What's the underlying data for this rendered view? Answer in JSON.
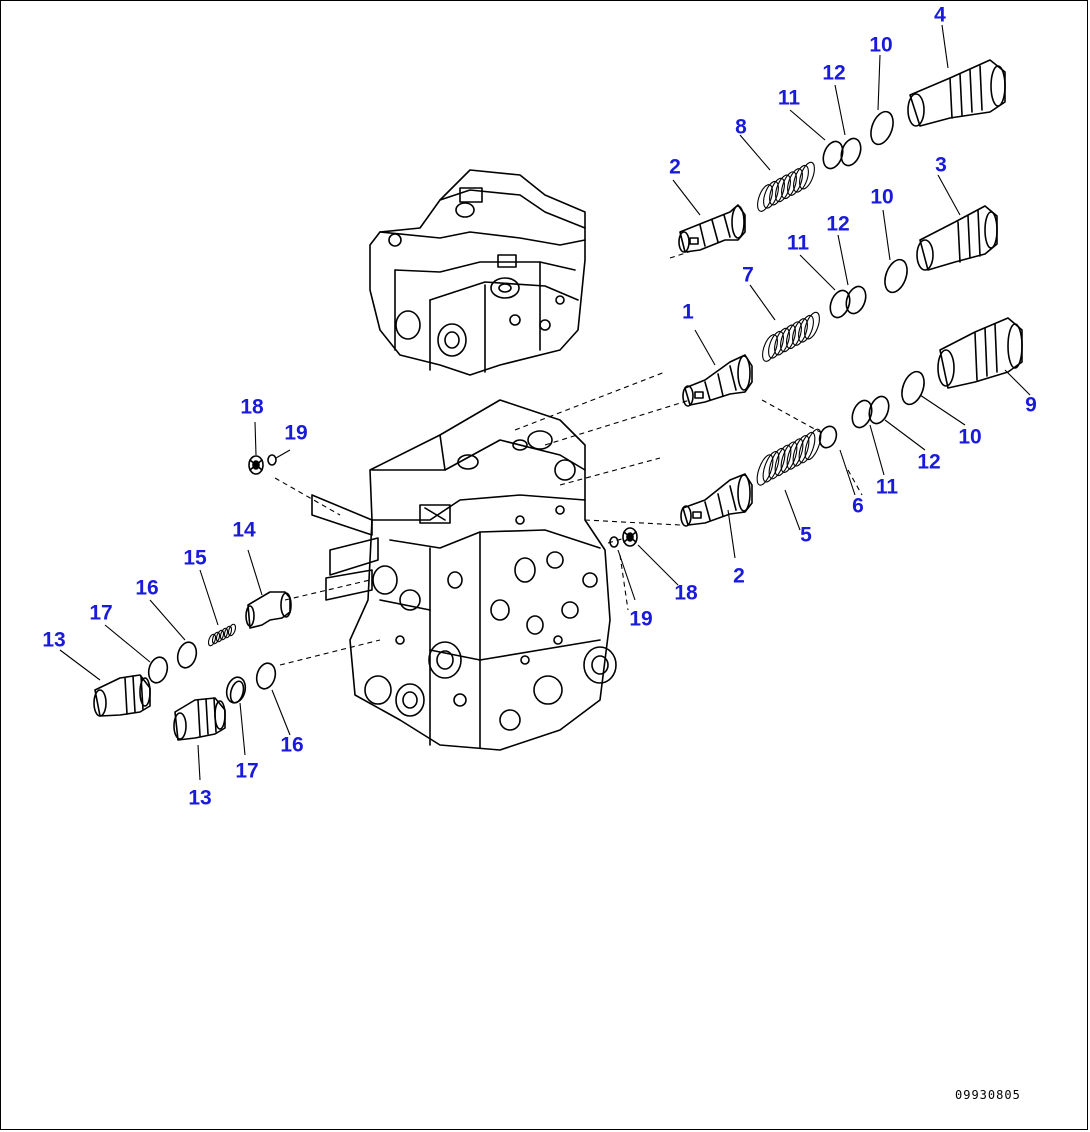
{
  "theme": {
    "callout_color": "#1a1adb",
    "line_color": "#000000",
    "background": "#ffffff"
  },
  "callouts": [
    {
      "id": "c1",
      "text": "1"
    },
    {
      "id": "c2a",
      "text": "2"
    },
    {
      "id": "c2b",
      "text": "2"
    },
    {
      "id": "c3",
      "text": "3"
    },
    {
      "id": "c4",
      "text": "4"
    },
    {
      "id": "c5",
      "text": "5"
    },
    {
      "id": "c6",
      "text": "6"
    },
    {
      "id": "c7",
      "text": "7"
    },
    {
      "id": "c8",
      "text": "8"
    },
    {
      "id": "c9",
      "text": "9"
    },
    {
      "id": "c10a",
      "text": "10"
    },
    {
      "id": "c10b",
      "text": "10"
    },
    {
      "id": "c10c",
      "text": "10"
    },
    {
      "id": "c11a",
      "text": "11"
    },
    {
      "id": "c11b",
      "text": "11"
    },
    {
      "id": "c11c",
      "text": "11"
    },
    {
      "id": "c12a",
      "text": "12"
    },
    {
      "id": "c12b",
      "text": "12"
    },
    {
      "id": "c12c",
      "text": "12"
    },
    {
      "id": "c13a",
      "text": "13"
    },
    {
      "id": "c13b",
      "text": "13"
    },
    {
      "id": "c14",
      "text": "14"
    },
    {
      "id": "c15",
      "text": "15"
    },
    {
      "id": "c16a",
      "text": "16"
    },
    {
      "id": "c16b",
      "text": "16"
    },
    {
      "id": "c17a",
      "text": "17"
    },
    {
      "id": "c17b",
      "text": "17"
    },
    {
      "id": "c18a",
      "text": "18"
    },
    {
      "id": "c18b",
      "text": "18"
    },
    {
      "id": "c19a",
      "text": "19"
    },
    {
      "id": "c19b",
      "text": "19"
    }
  ],
  "drawing_code": "09930805"
}
